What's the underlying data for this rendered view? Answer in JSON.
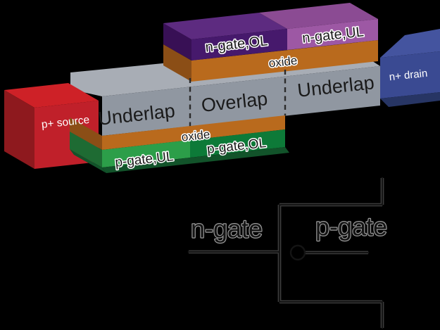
{
  "figure": {
    "background": "#000000",
    "structure": {
      "source": {
        "label": "p+ source"
      },
      "drain": {
        "label": "n+ drain"
      },
      "body": {
        "region_left": "Underlap",
        "region_mid": "Overlap",
        "region_right": "Underlap"
      },
      "top_oxide": {
        "label": "oxide"
      },
      "bottom_oxide": {
        "label": "oxide"
      },
      "n_gate": {
        "ol_label": "n-gate,OL",
        "ul_label": "n-gate,UL"
      },
      "p_gate": {
        "ul_label": "p-gate,UL",
        "ol_label": "p-gate,OL"
      }
    },
    "schematic": {
      "n_gate_label": "n-gate",
      "p_gate_label": "p-gate"
    },
    "colors": {
      "body_front": "#9097A1",
      "body_top": "#A8ADB5",
      "source_front": "#C0202A",
      "source_top": "#CE2127",
      "source_side": "#8E191E",
      "drain_front": "#3A4A92",
      "drain_top": "#44549F",
      "drain_bottom": "#273564",
      "oxide_front": "#B96A1D",
      "oxide_side": "#8B4E16",
      "ngate_ol_front": "#46196C",
      "ngate_ol_top": "#5D2B80",
      "ngate_ol_side": "#381055",
      "ngate_ul_front": "#9D58A4",
      "ngate_ul_top": "#8B4B93",
      "pgate_ul_front": "#2C9E49",
      "pgate_ol_front": "#0D7A38",
      "pgate_side": "#1E6B33",
      "pgate_bottom": "#12532A",
      "label_dark": "#1A1A1A",
      "label_light": "#FFFFFF",
      "wire": "#141414"
    }
  }
}
